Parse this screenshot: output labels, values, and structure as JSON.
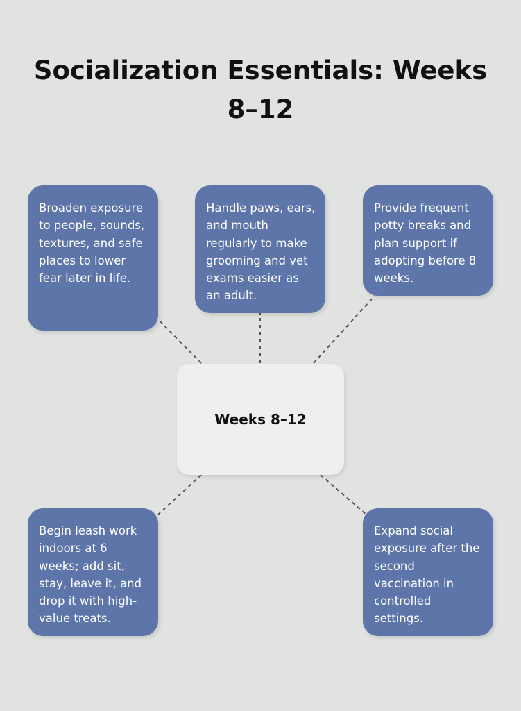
{
  "title": {
    "line1": "Socialization Essentials: Weeks",
    "line2": "8–12"
  },
  "center": {
    "label": "Weeks 8–12"
  },
  "nodes": [
    {
      "text": "Broaden exposure to people, sounds, textures, and safe places to lower fear later in life."
    },
    {
      "text": "Handle paws, ears, and mouth regularly to make grooming and vet exams easier as an adult."
    },
    {
      "text": "Provide frequent potty breaks and plan support if adopting before 8 weeks."
    },
    {
      "text": "Begin leash work indoors at 6 weeks; add sit, stay, leave it, and drop it with high-value treats."
    },
    {
      "text": "Expand social exposure after the second vaccination in controlled settings."
    }
  ],
  "colors": {
    "background": "#e1e3e1",
    "node_fill": "#5d75a8",
    "center_fill": "#eeeff0",
    "connector": "#555555"
  }
}
